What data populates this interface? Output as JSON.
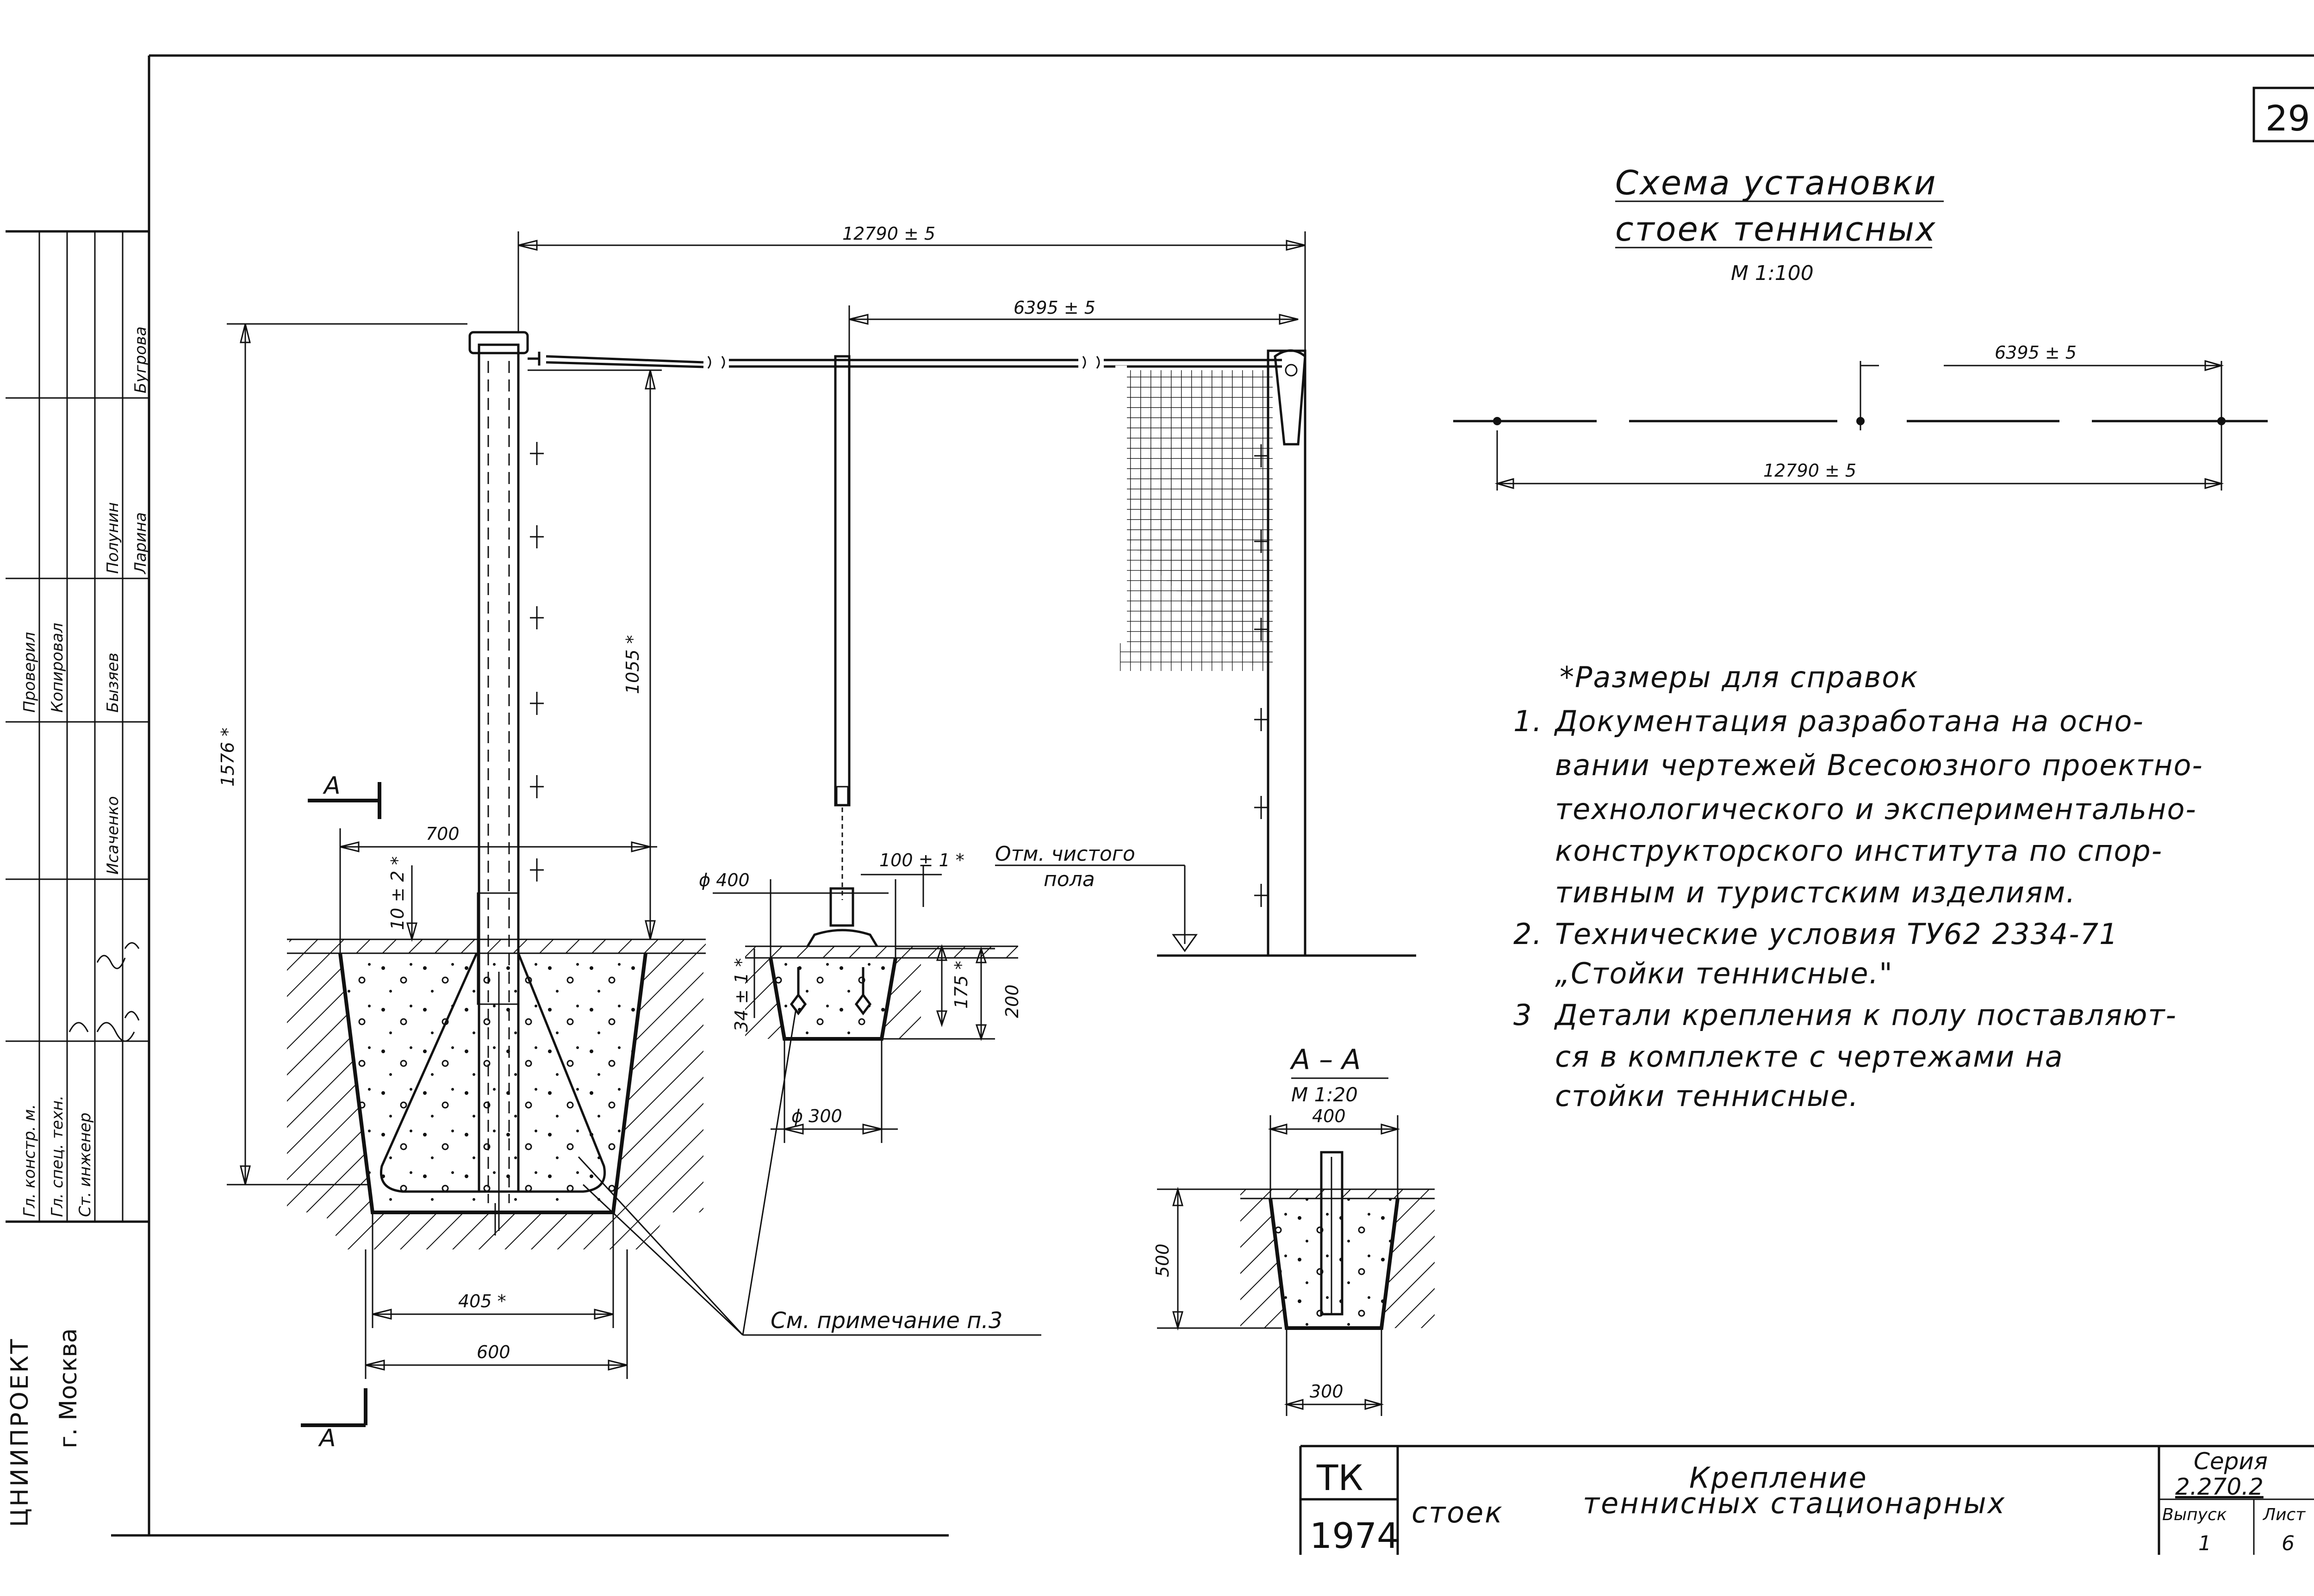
{
  "page_number": "29",
  "scheme": {
    "title_line1": "Схема установки",
    "title_line2": "стоек теннисных",
    "scale": "М 1:100",
    "dim_half": "6395 ± 5",
    "dim_total": "12790 ± 5"
  },
  "elevation": {
    "dim_total": "12790 ± 5",
    "dim_half": "6395 ± 5",
    "dim_height": "1576 *",
    "dim_net_height": "1055 *",
    "dim_700": "700",
    "dim_10": "10 ± 2 *",
    "dim_405": "405 *",
    "dim_600": "600",
    "section_mark": "А",
    "dim_phi400": "ϕ 400",
    "dim_100": "100 ± 1 *",
    "dim_34": "34 ± 1 *",
    "dim_175": "175 *",
    "dim_200": "200",
    "dim_phi300": "ϕ 300",
    "floor_label_1": "Отм. чистого",
    "floor_label_2": "пола",
    "see_note": "См. примечание п.3"
  },
  "section_aa": {
    "title": "А – А",
    "scale": "М 1:20",
    "dim_400": "400",
    "dim_500": "500",
    "dim_300": "300"
  },
  "notes": {
    "ref_sizes": "*Размеры для справок",
    "items": [
      {
        "num": "1.",
        "lines": [
          "Документация разработана на осно-",
          "вании чертежей Всесоюзного проектно-",
          "технологического и экспериментально-",
          "конструкторского института по спор-",
          "тивным и туристским изделиям."
        ]
      },
      {
        "num": "2.",
        "lines": [
          "Технические условия ТУ62 2334-71",
          "„Стойки теннисные.\""
        ]
      },
      {
        "num": "3",
        "lines": [
          "Детали крепления к полу поставляют-",
          "ся в комплекте с чертежами на",
          "стойки теннисные."
        ]
      }
    ]
  },
  "side_stamp": {
    "roles": [
      "Гл. констр. м.",
      "Гл. спец. техн.",
      "Ст. инженер",
      "Проверил",
      "Копировал"
    ],
    "names": [
      "Исаченко",
      "Бызяев",
      "Полунин",
      "Ларина",
      "Бугрова"
    ],
    "org": "ЦНИИПРОЕКТ",
    "city": "г. Москва"
  },
  "title_block": {
    "code_top": "ТК",
    "code_year": "1974",
    "title_word": "Крепление",
    "title_line1": "стоек",
    "title_line2": "теннисных стационарных",
    "series_label": "Серия",
    "series_value": "2.270.2",
    "issue_label": "Выпуск",
    "sheet_label": "Лист",
    "issue_value": "1",
    "sheet_value": "6"
  }
}
